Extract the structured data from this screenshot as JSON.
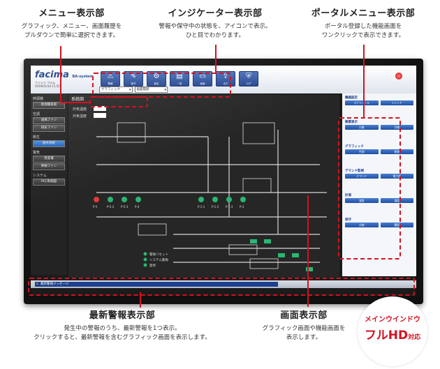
{
  "callouts": {
    "menu": {
      "title": "メニュー表示部",
      "desc1": "グラフィック、メニュー、画面履歴を",
      "desc2": "プルダウンで簡単に選択できます。"
    },
    "indicator": {
      "title": "インジケーター表示部",
      "desc1": "警報や保守中の状態を、アイコンで表示。",
      "desc2": "ひと目でわかります。"
    },
    "portal": {
      "title": "ポータルメニュー表示部",
      "desc1": "ポータル登録した機能画面を",
      "desc2": "ワンクリックで表示できます。"
    },
    "alarm": {
      "title": "最新警報表示部",
      "desc1": "発生中の警報のうち、最新警報を1つ表示。",
      "desc2": "クリックすると、最新警報を含むグラフィック画面を表示します。"
    },
    "screen": {
      "title": "画面表示部",
      "desc1": "グラフィック画面や機能画面を",
      "desc2": "表示します。"
    }
  },
  "badge": {
    "line1": "メインウインドウ",
    "line2": "フルHD",
    "line2_suffix": "対応"
  },
  "app": {
    "logo": "facima",
    "logo_sub": "BA-system",
    "user_line1": "ファシリ ウルム",
    "user_line2": "2019/01/14 11:52",
    "indicators": [
      {
        "glyph": "⚠",
        "label": "警報"
      },
      {
        "glyph": "✎",
        "label": "保守"
      },
      {
        "glyph": "⚙",
        "label": "設定"
      },
      {
        "glyph": "▤",
        "label": "一覧"
      },
      {
        "glyph": "▭",
        "label": "画面"
      },
      {
        "glyph": "⇪",
        "label": "出力"
      },
      {
        "glyph": "⛨",
        "label": "ログ"
      }
    ],
    "menu_selects": [
      "グラフィック",
      "画面履歴"
    ],
    "left_menu": [
      {
        "group": "熱源機",
        "items": [
          "熱源機系統"
        ]
      },
      {
        "group": "空調",
        "items": [
          "送風ファン",
          "排気ファン"
        ]
      },
      {
        "group": "衛生",
        "items": [
          "給水系統"
        ]
      },
      {
        "group": "電気",
        "items": [
          "受変電",
          "幹線ファン"
        ]
      },
      {
        "group": "システム",
        "items": [
          "PLC系統図"
        ]
      }
    ],
    "graphic_title": "系統図",
    "temp_labels": [
      "外気温度",
      "外気湿度"
    ],
    "pump_labels": [
      "P-5",
      "P-5-2",
      "P-5-3",
      "P-4",
      "P-1-1",
      "P-1-2",
      "P-1-3",
      "P-3"
    ],
    "legend": [
      "警報リセット",
      "システム警報",
      "発停"
    ],
    "alarm_message": "最新警報メッセージ",
    "portal_groups": [
      {
        "group": "機器設定",
        "buttons": [
          "スケジュール",
          "トレンド"
        ]
      },
      {
        "group": "帳票表示",
        "buttons": [
          "日報",
          "月報"
        ]
      },
      {
        "group": "グラフィック",
        "buttons": [
          "空調",
          "熱源"
        ]
      },
      {
        "group": "デマンド監視",
        "buttons": [
          "デマンド",
          "電力量"
        ]
      },
      {
        "group": "計測",
        "buttons": [
          "温度",
          "湿度"
        ]
      },
      {
        "group": "保守",
        "buttons": [
          "点検",
          "履歴"
        ]
      }
    ]
  }
}
